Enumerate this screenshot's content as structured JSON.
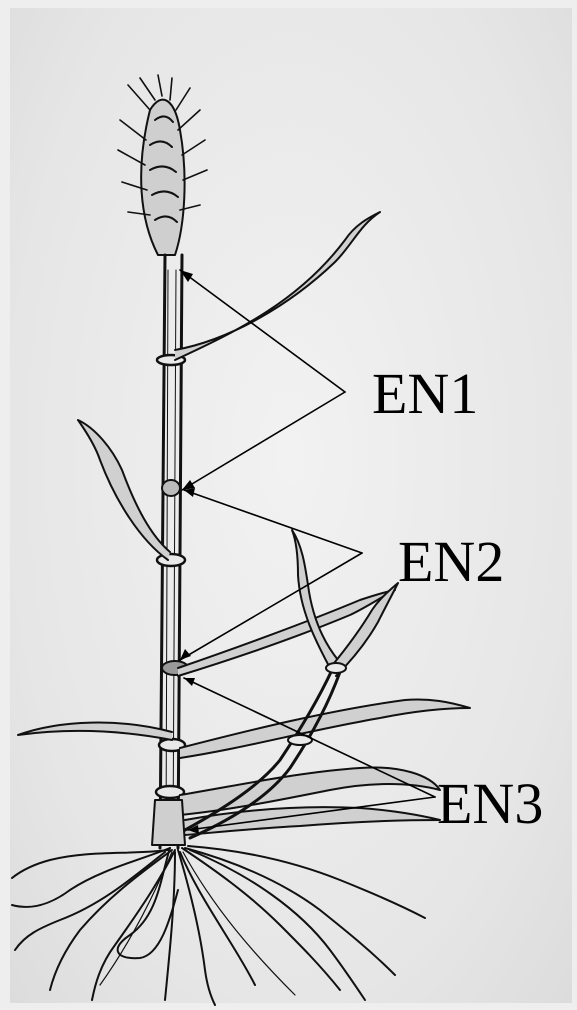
{
  "labels": {
    "en1": "EN1",
    "en2": "EN2",
    "en3": "EN3"
  },
  "colors": {
    "ink": "#111111",
    "paper": "#e9e9e9"
  }
}
